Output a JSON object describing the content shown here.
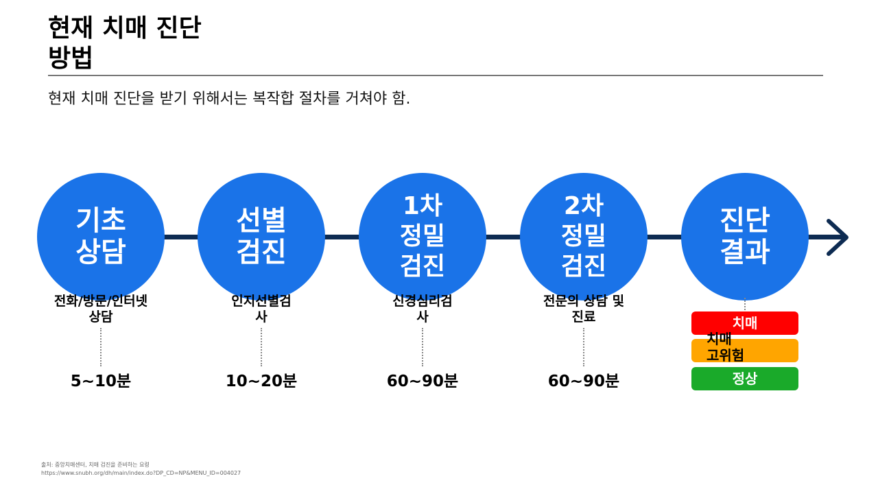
{
  "title": "현재 치매 진단\n방법",
  "subtitle": "현재 치매 진단을 받기 위해서는 복작합 절차를 거쳐야 함.",
  "colors": {
    "step": "#1a73e8",
    "line": "#0d2b52",
    "dementia": "#ff0000",
    "high_risk": "#ffa500",
    "normal": "#1aaa2a"
  },
  "steps": [
    {
      "label": "기초\n상담",
      "desc": "전화/방문/인터넷\n상담",
      "time": "5~10분"
    },
    {
      "label": "선별\n검진",
      "desc": "인지선별검\n사",
      "time": "10~20분"
    },
    {
      "label": "1차\n정밀\n검진",
      "desc": "신경심리검\n사",
      "time": "60~90분"
    },
    {
      "label": "2차\n정밀\n검진",
      "desc": "전문의 상담 및\n진료",
      "time": "60~90분"
    },
    {
      "label": "진단\n결과"
    }
  ],
  "results": {
    "dementia": "치매",
    "high_risk": "치매\n고위험",
    "normal": "정상"
  },
  "source": "출처: 중앙치매센터, 치매 검진을 준비하는 요령\nhttps://www.snubh.org/dh/main/index.do?DP_CD=NP&MENU_ID=004027",
  "icons": {
    "arrow": "arrow-right-icon"
  }
}
